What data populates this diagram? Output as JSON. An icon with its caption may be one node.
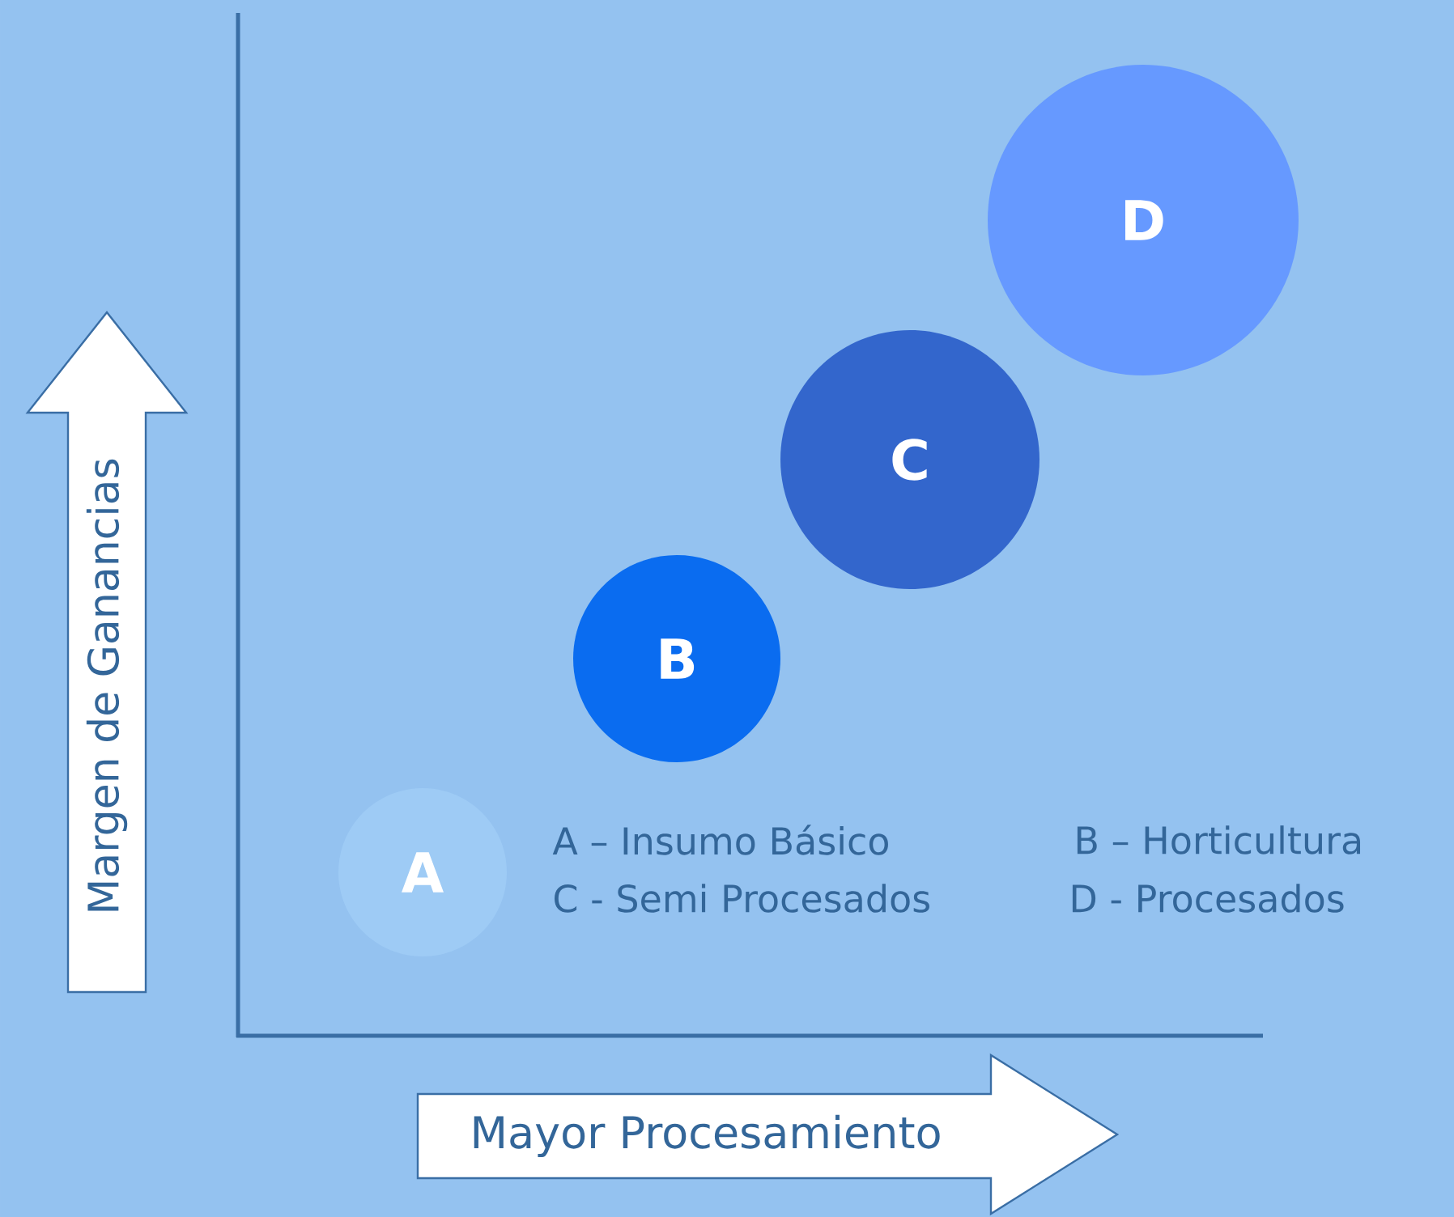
{
  "diagram": {
    "nodes": [
      {
        "text": [
          "A"
        ]
      },
      {
        "text": [
          "B"
        ]
      },
      {
        "text": [
          "C"
        ]
      },
      {
        "text": [
          "D"
        ]
      },
      {
        "text": [
          "Margen de Ganancias"
        ]
      },
      {
        "text": [
          "Mayor Procesamiento"
        ]
      }
    ],
    "labels": [
      "A – Insumo Básico",
      "B – Horticultura",
      "C -  Semi Procesados",
      "D - Procesados"
    ]
  }
}
